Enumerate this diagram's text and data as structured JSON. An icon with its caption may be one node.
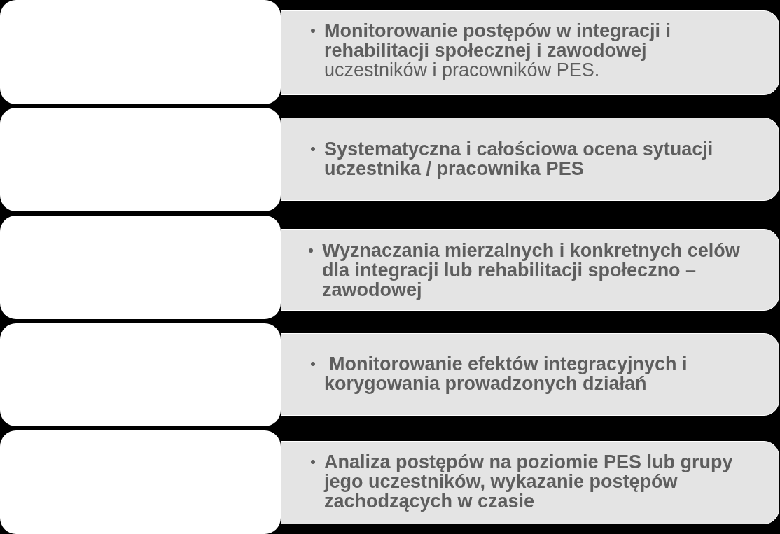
{
  "diagram": {
    "nodes": [
      {
        "text": [],
        "shape": "box"
      },
      {
        "text": [
          "**Monitorowanie postępów w integracji i rehabilitacji społecznej i zawodowej** uczestników i pracowników PES."
        ]
      },
      {
        "text": [],
        "shape": "box"
      },
      {
        "text": [
          "Systematyczna i całościowa ocena sytuacji uczestnika / pracownika PES"
        ]
      },
      {
        "text": [],
        "shape": "box"
      },
      {
        "text": [
          "Wyznaczania mierzalnych i konkretnych celów dla integracji lub rehabilitacji społeczno – zawodowej"
        ]
      },
      {
        "text": [],
        "shape": "box"
      },
      {
        "text": [
          "Monitorowanie efektów integracyjnych i korygowania prowadzonych działań"
        ]
      },
      {
        "text": [],
        "shape": "box"
      },
      {
        "text": [
          "Analiza postępów na poziomie PES lub grupy jego uczestników, wykazanie postępów zachodzących w czasie"
        ]
      }
    ]
  }
}
